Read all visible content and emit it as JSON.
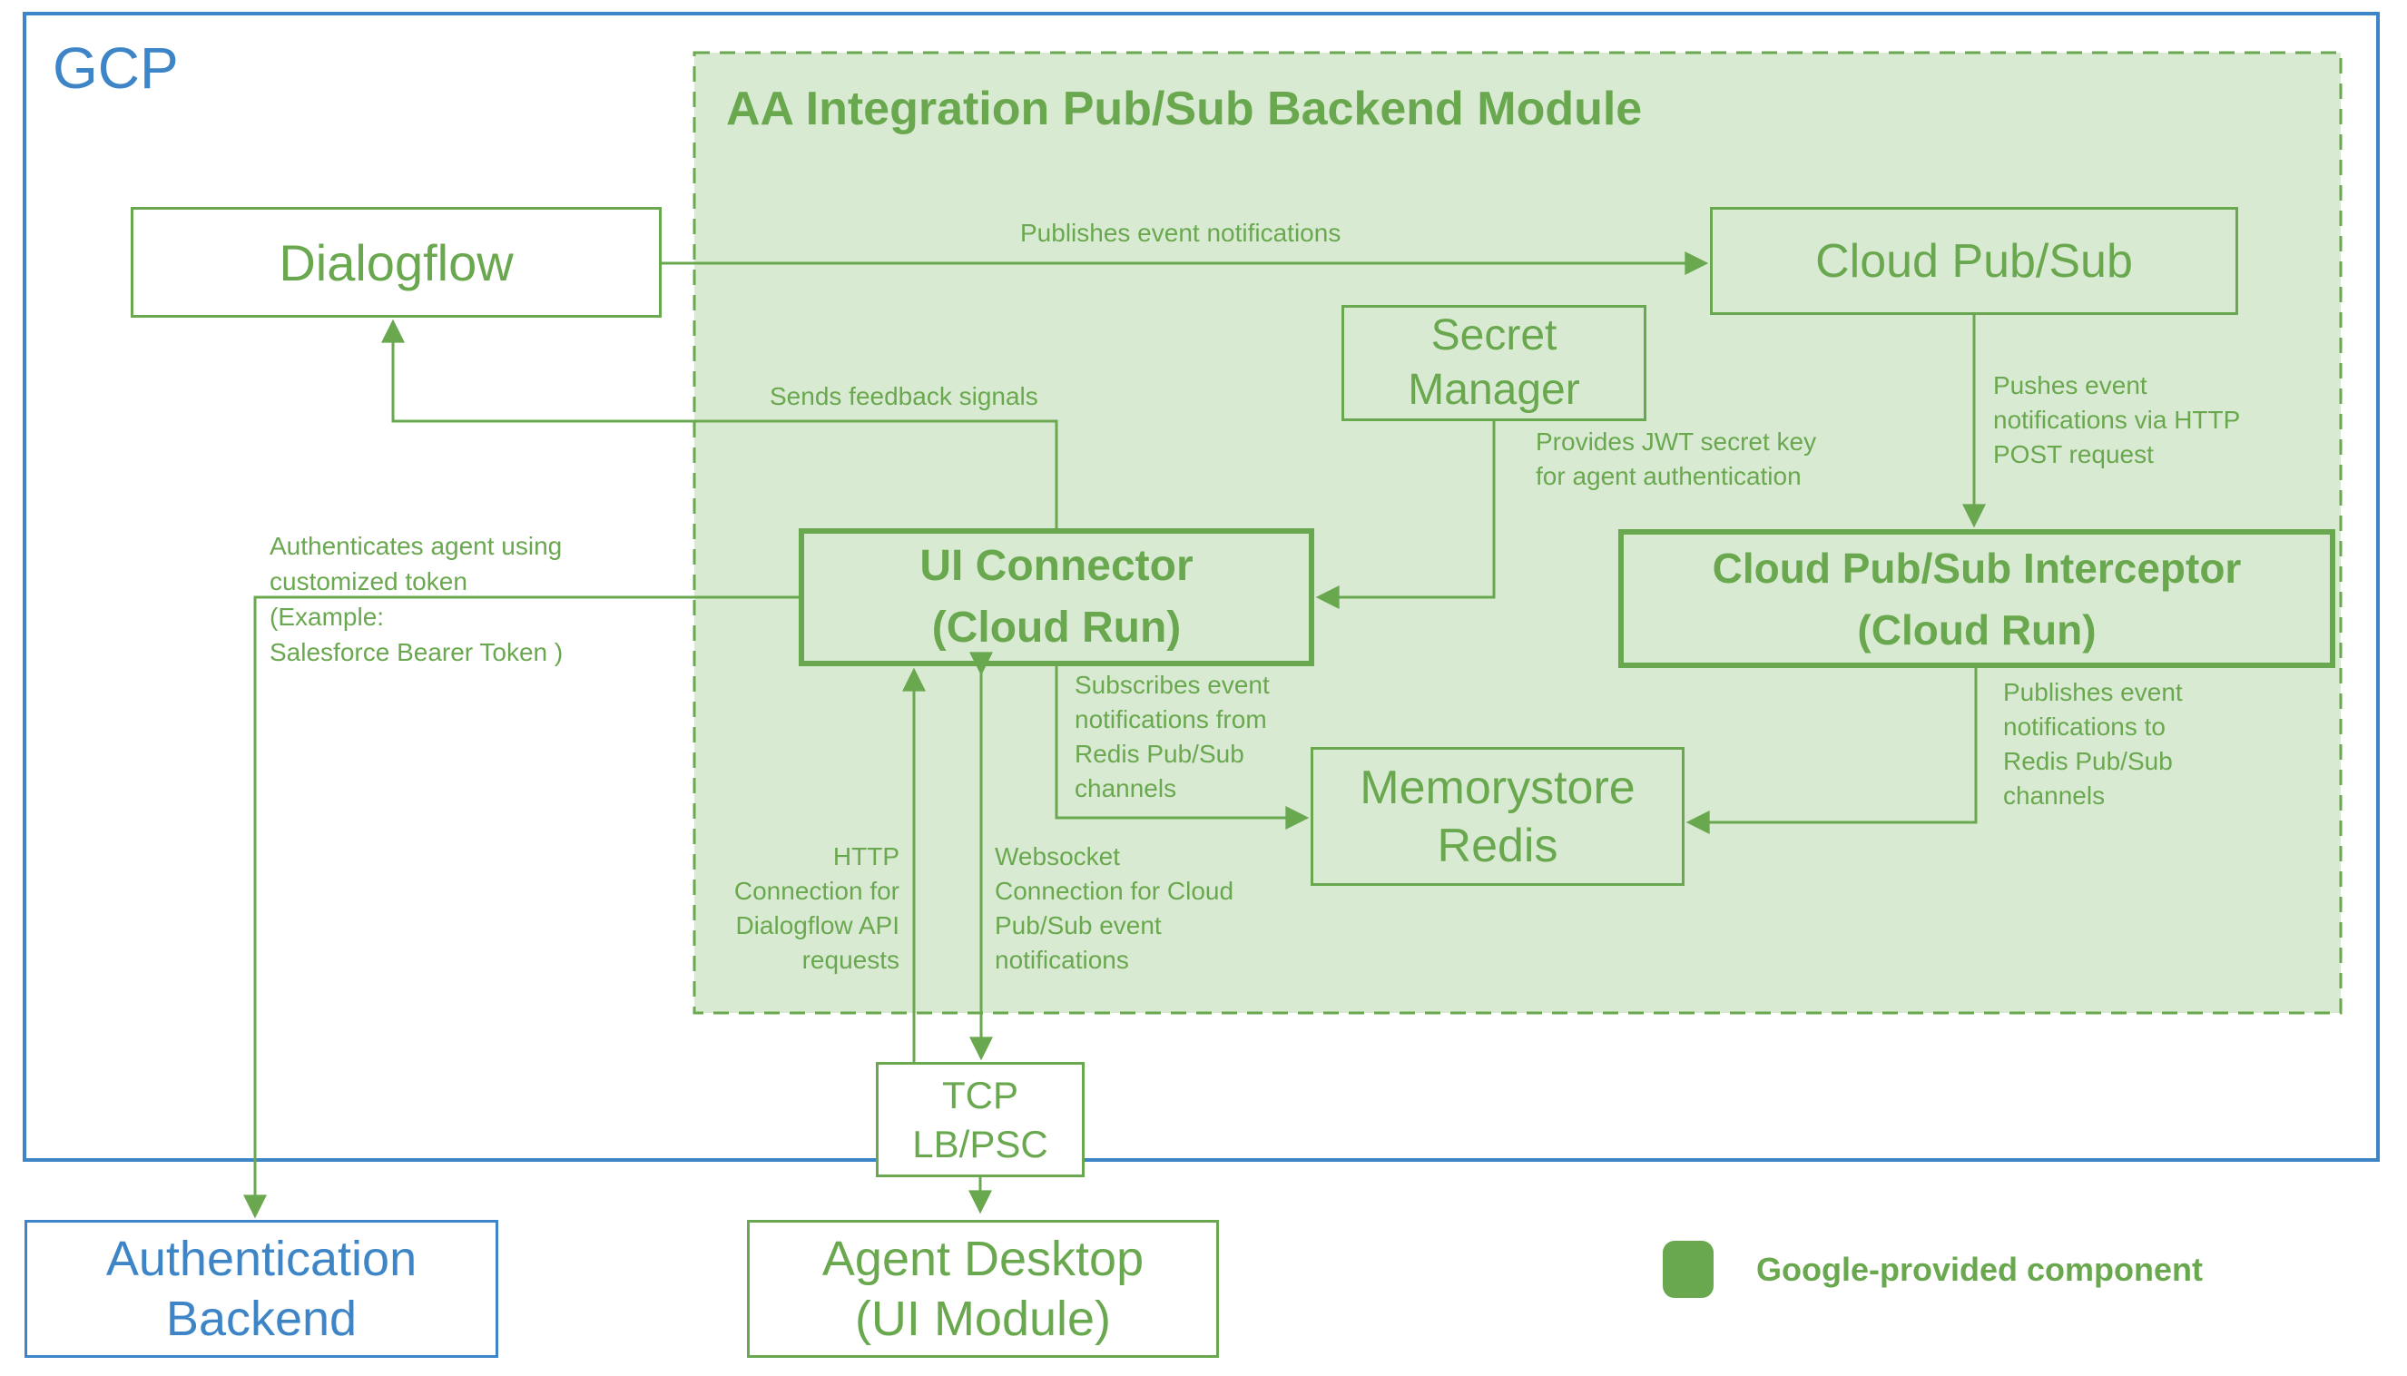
{
  "colors": {
    "green_stroke": "#6aa84f",
    "green_fill": "#d9ead3",
    "blue": "#3d85c6"
  },
  "gcp": {
    "label": "GCP"
  },
  "module": {
    "title": "AA Integration Pub/Sub Backend Module"
  },
  "nodes": {
    "dialogflow": {
      "label": "Dialogflow"
    },
    "cloud_pubsub": {
      "label": "Cloud Pub/Sub"
    },
    "secret_manager": {
      "label": "Secret\nManager"
    },
    "ui_connector": {
      "label": "UI Connector\n(Cloud Run)"
    },
    "interceptor": {
      "label": "Cloud Pub/Sub Interceptor\n(Cloud Run)"
    },
    "memorystore": {
      "label": "Memorystore\nRedis"
    },
    "tcp_lb": {
      "label": "TCP\nLB/PSC"
    },
    "auth_backend": {
      "label": "Authentication\nBackend"
    },
    "agent_desktop": {
      "label": "Agent Desktop\n(UI Module)"
    }
  },
  "edges": {
    "publish": "Publishes event notifications",
    "feedback": "Sends feedback signals",
    "push": "Pushes event\nnotifications via HTTP\nPOST request",
    "jwt": "Provides JWT secret key\nfor agent authentication",
    "auth": "Authenticates agent using\ncustomized token\n(Example:\nSalesforce Bearer Token )",
    "subscribe": "Subscribes event\nnotifications from\nRedis Pub/Sub\nchannels",
    "pub_redis": "Publishes event\nnotifications to\nRedis Pub/Sub\nchannels",
    "http": "HTTP\nConnection for\nDialogflow API\nrequests",
    "websocket": "Websocket\nConnection for Cloud\nPub/Sub event\nnotifications"
  },
  "legend": {
    "label": "Google-provided component"
  }
}
